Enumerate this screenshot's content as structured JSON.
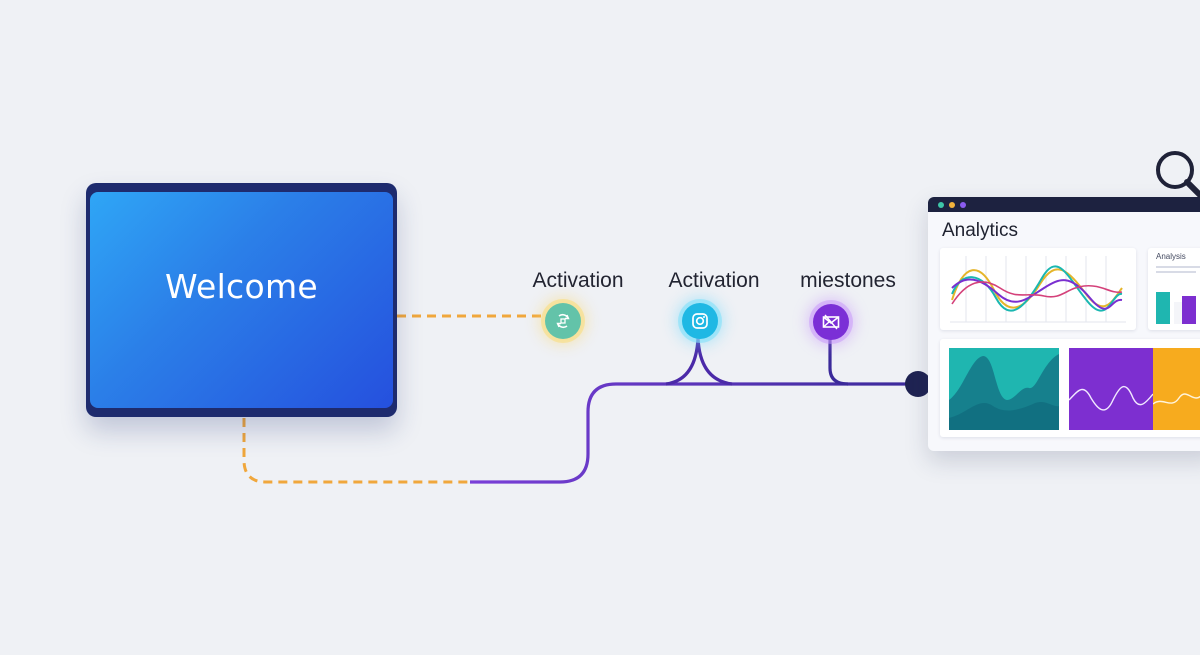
{
  "welcome": {
    "title": "Welcome"
  },
  "steps": [
    {
      "label": "Activation",
      "icon": "refresh-cycle-icon",
      "color": "#63c3a9"
    },
    {
      "label": "Activation",
      "icon": "instagram-icon",
      "color": "#1fb8e4"
    },
    {
      "label": "miestones",
      "icon": "envelope-icon",
      "color": "#7b2fd6"
    }
  ],
  "analytics": {
    "title": "Analytics",
    "side_card_title": "Analysis",
    "window_dot_colors": [
      "#3ec6a8",
      "#f2b33c",
      "#8a5cf0"
    ],
    "tile_colors": [
      "#1fb6b0",
      "#7d2fd0",
      "#f7ab1e"
    ]
  },
  "colors": {
    "dashed_connector": "#f0a73c",
    "solid_connector": "#5a2bb8",
    "welcome_gradient_start": "#2fa6f6",
    "welcome_gradient_end": "#2550de"
  }
}
